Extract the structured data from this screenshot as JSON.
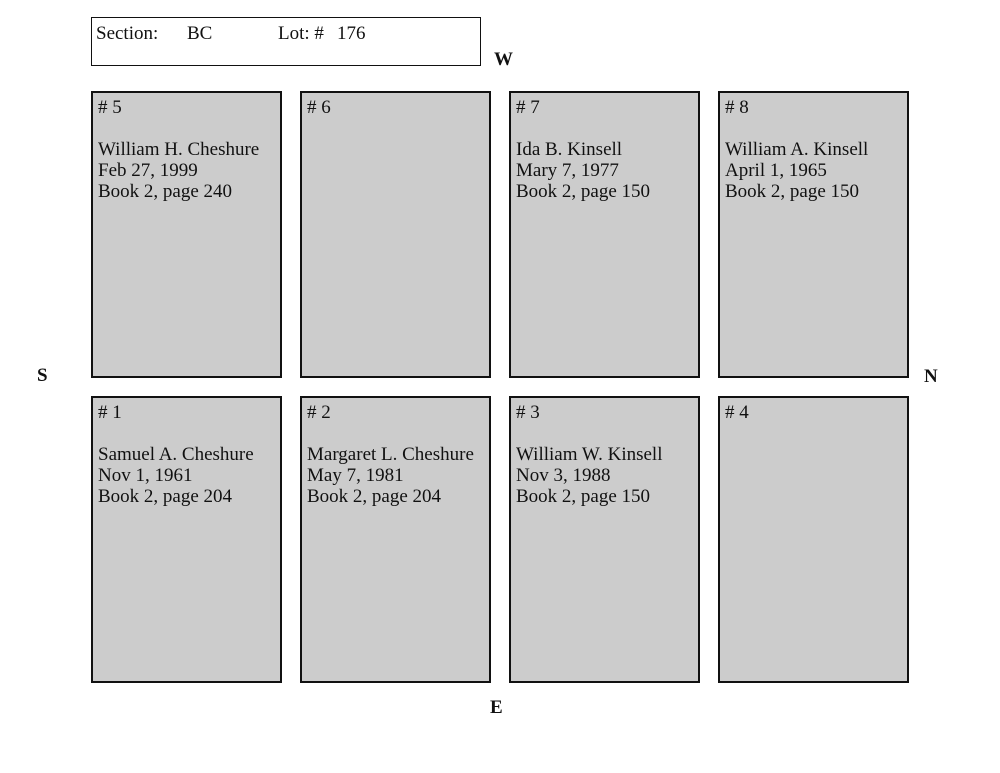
{
  "header": {
    "section_label": "Section:",
    "section_value": "BC",
    "lot_label": "Lot: #",
    "lot_value": "176"
  },
  "compass": {
    "west": "W",
    "east": "E",
    "south": "S",
    "north": "N"
  },
  "plots": [
    {
      "number": "# 5",
      "name": "William H. Cheshure",
      "date": "Feb 27, 1999",
      "record": "Book 2, page 240"
    },
    {
      "number": "# 6",
      "name": "",
      "date": "",
      "record": ""
    },
    {
      "number": "# 7",
      "name": "Ida B. Kinsell",
      "date": "Mary 7, 1977",
      "record": "Book 2, page 150"
    },
    {
      "number": "# 8",
      "name": "William A. Kinsell",
      "date": "April 1, 1965",
      "record": "Book 2, page 150"
    },
    {
      "number": "# 1",
      "name": "Samuel A. Cheshure",
      "date": "Nov 1, 1961",
      "record": "Book 2, page 204"
    },
    {
      "number": "# 2",
      "name": "Margaret L. Cheshure",
      "date": "May 7, 1981",
      "record": "Book 2, page 204"
    },
    {
      "number": "# 3",
      "name": "William W. Kinsell",
      "date": "Nov 3, 1988",
      "record": "Book 2, page 150"
    },
    {
      "number": "# 4",
      "name": "",
      "date": "",
      "record": ""
    }
  ]
}
